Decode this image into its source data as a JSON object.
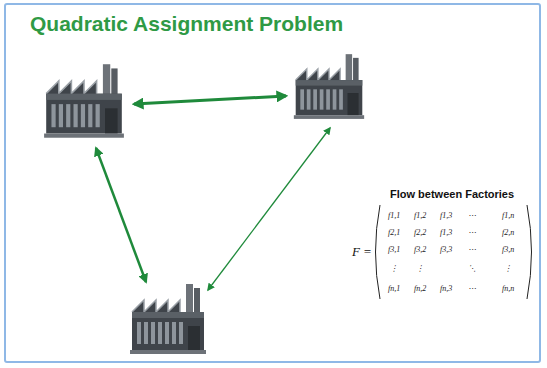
{
  "diagram": {
    "title": "Quadratic Assignment Problem",
    "labels": [
      "Flow between Factories",
      "F",
      "=",
      "f1,1",
      "f1,2",
      "f1,3",
      "⋯",
      "f1,n",
      "f2,1",
      "f2,2",
      "f1,3",
      "⋯",
      "f2,n",
      "f3,1",
      "f3,2",
      "f3,3",
      "⋯",
      "f3,n",
      "⋮",
      "⋮",
      "⋱",
      "⋮",
      "fn,1",
      "fn,2",
      "fn,3",
      "⋯",
      "fn,n"
    ]
  }
}
